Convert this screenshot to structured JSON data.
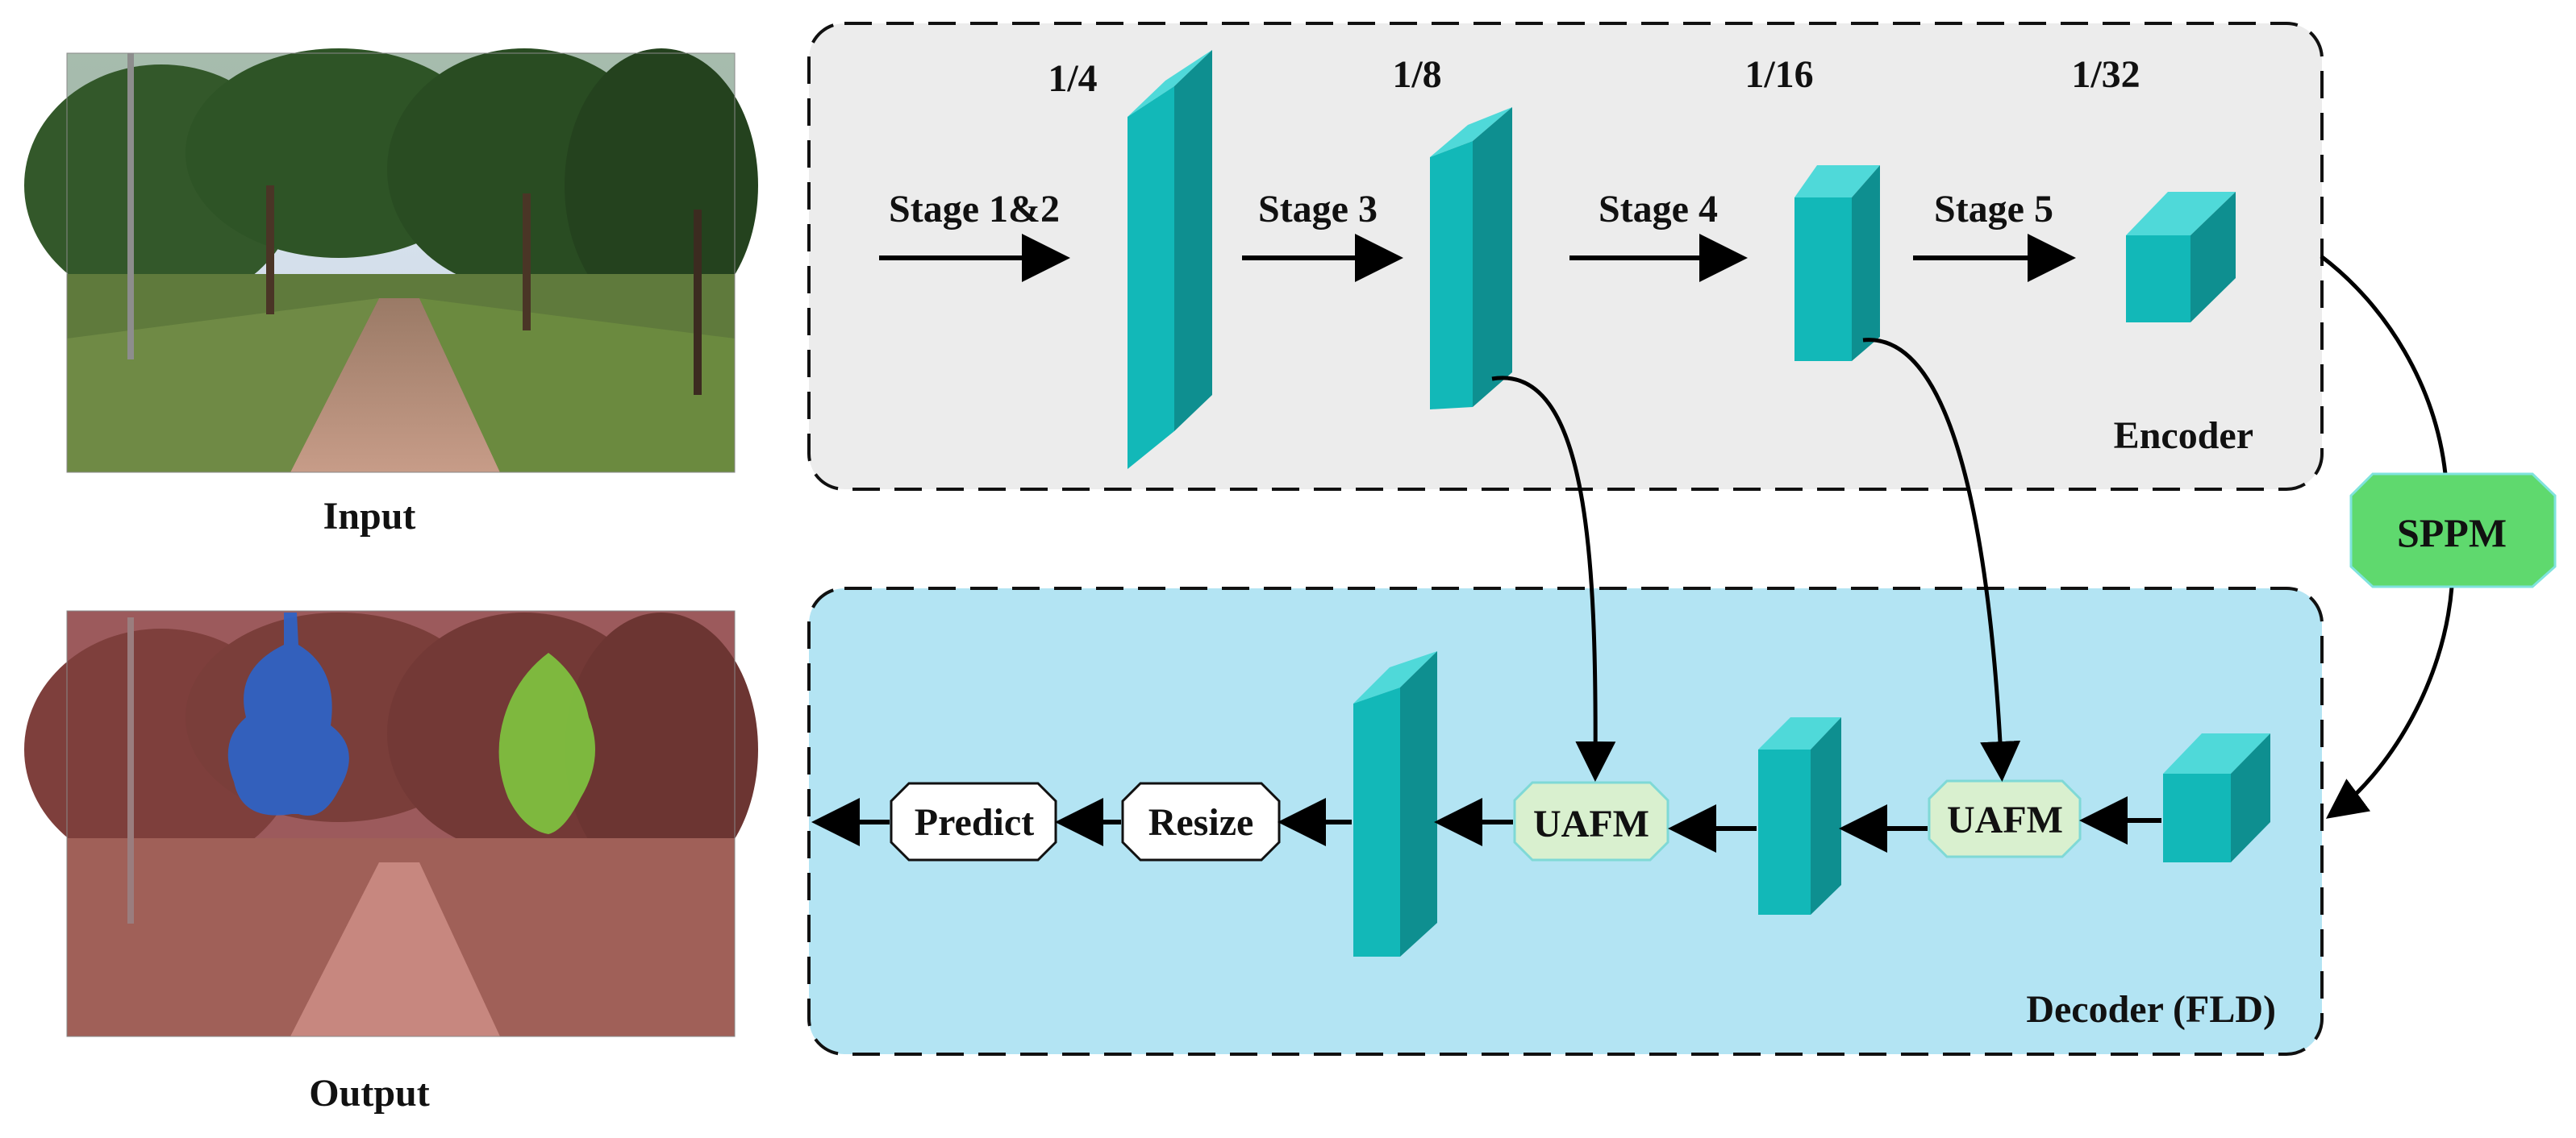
{
  "images": {
    "input_caption": "Input",
    "output_caption": "Output"
  },
  "encoder": {
    "title": "Encoder",
    "scales": [
      "1/4",
      "1/8",
      "1/16",
      "1/32"
    ],
    "stages": [
      "Stage 1&2",
      "Stage 3",
      "Stage 4",
      "Stage 5"
    ]
  },
  "sppm": {
    "label": "SPPM"
  },
  "decoder": {
    "title": "Decoder (FLD)",
    "uafm_labels": [
      "UAFM",
      "UAFM"
    ],
    "resize_label": "Resize",
    "predict_label": "Predict"
  },
  "colors": {
    "cube_front": "#12b8b8",
    "cube_top": "#4fd9d9",
    "cube_side": "#0e8f90",
    "encoder_bg": "#ececec",
    "decoder_bg": "#b3e4f3",
    "sppm_fill": "#5fd96e",
    "uafm_fill": "#d9f0cf",
    "overlay_tree_a": "#2d63c8",
    "overlay_tree_b": "#7fc63f",
    "overlay_background": "#b04a52"
  }
}
